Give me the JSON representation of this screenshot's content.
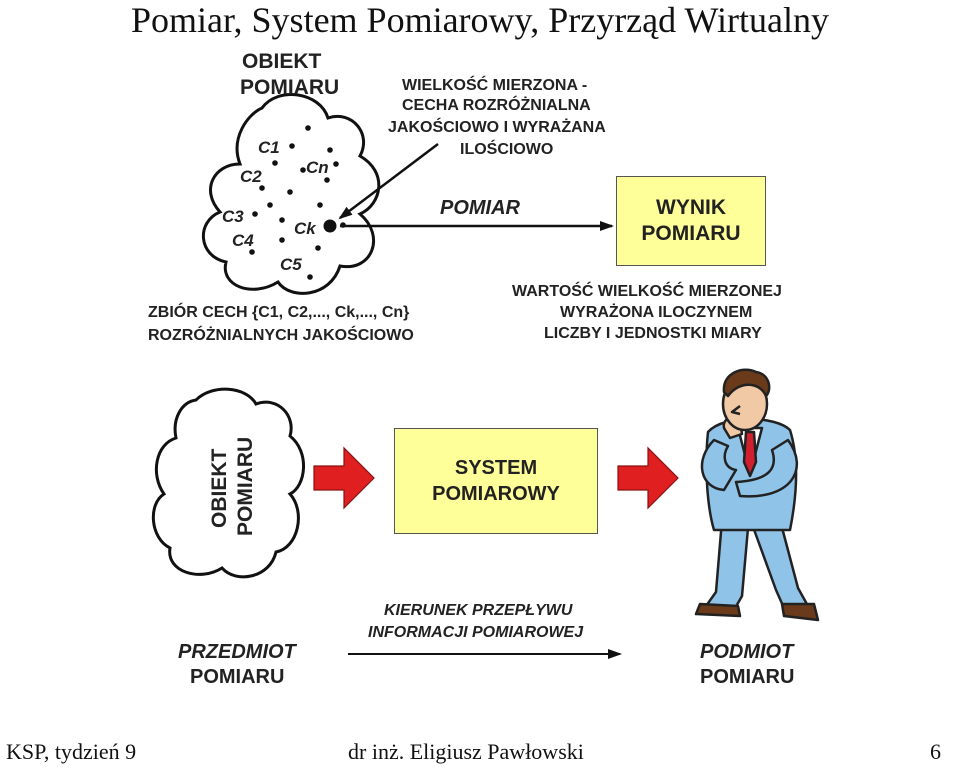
{
  "title": "Pomiar, System Pomiarowy, Przyrząd Wirtualny",
  "top": {
    "object_label": [
      "OBIEKT",
      "POMIARU"
    ],
    "points": [
      "C1",
      "C2",
      "C3",
      "C4",
      "C5",
      "Cn",
      "Ck"
    ],
    "measured_quantity": [
      "WIELKOŚĆ MIERZONA -",
      "CECHA ROZRÓŻNIALNA",
      "JAKOŚCIOWO I WYRAŻANA",
      "ILOŚCIOWO"
    ],
    "process_label": "POMIAR",
    "result_box": [
      "WYNIK",
      "POMIARU"
    ],
    "feature_set": [
      "ZBIÓR CECH {C1, C2,..., Ck,..., Cn}",
      "ROZRÓŻNIALNYCH JAKOŚCIOWO"
    ],
    "value_description": [
      "WARTOŚĆ WIELKOŚĆ MIERZONEJ",
      "WYRAŻONA ILOCZYNEM",
      "LICZBY I JEDNOSTKI MIARY"
    ]
  },
  "bottom": {
    "cloud_label": [
      "OBIEKT",
      "POMIARU"
    ],
    "system_box": [
      "SYSTEM",
      "POMIAROWY"
    ],
    "flow_label": [
      "KIERUNEK PRZEPŁYWU",
      "INFORMACJI POMIAROWEJ"
    ],
    "subject_left": [
      "PRZEDMIOT",
      "POMIARU"
    ],
    "subject_right": [
      "PODMIOT",
      "POMIARU"
    ],
    "person_figure": "thinking-man-figure"
  },
  "colors": {
    "box_fill": "#ffff99",
    "arrow_red": "#e02020",
    "suit_blue": "#8fc4e8",
    "tie_red": "#d02030"
  },
  "footer": {
    "left": "KSP,  tydzień 9",
    "center": "dr inż. Eligiusz Pawłowski",
    "right": "6"
  }
}
